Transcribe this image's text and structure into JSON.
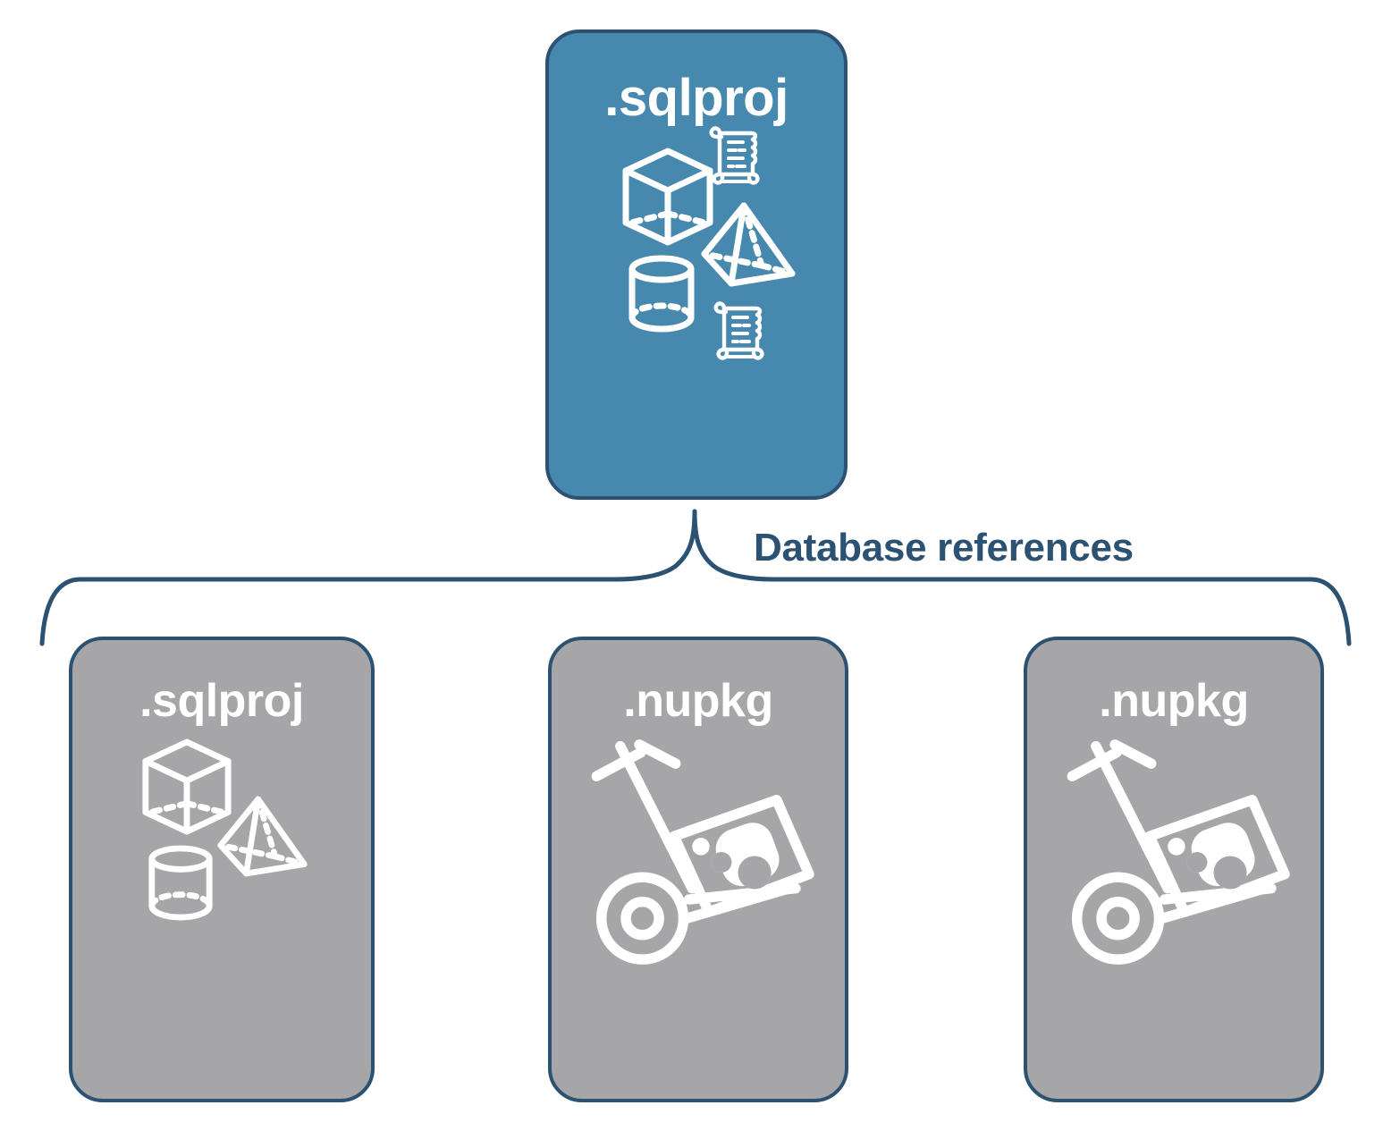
{
  "diagram": {
    "title": "Database references",
    "colors": {
      "primary_fill": "#4789ae",
      "secondary_fill": "#a6a6a8",
      "stroke": "#2b5272",
      "icon": "#ffffff",
      "background": "#ffffff"
    },
    "root": {
      "label": ".sqlproj",
      "fill": "#4789ae",
      "icons": [
        "cube-icon",
        "script-scroll-icon",
        "pyramid-icon",
        "cylinder-icon",
        "script-scroll-icon"
      ]
    },
    "connector": {
      "type": "curly-brace",
      "label": "Database references",
      "label_color": "#2b5272"
    },
    "references": [
      {
        "label": ".sqlproj",
        "fill": "#a6a6a8",
        "icons": [
          "cube-icon",
          "pyramid-icon",
          "cylinder-icon"
        ]
      },
      {
        "label": ".nupkg",
        "fill": "#a6a6a8",
        "icons": [
          "nuget-package-dolly-icon"
        ]
      },
      {
        "label": ".nupkg",
        "fill": "#a6a6a8",
        "icons": [
          "nuget-package-dolly-icon"
        ]
      }
    ]
  }
}
